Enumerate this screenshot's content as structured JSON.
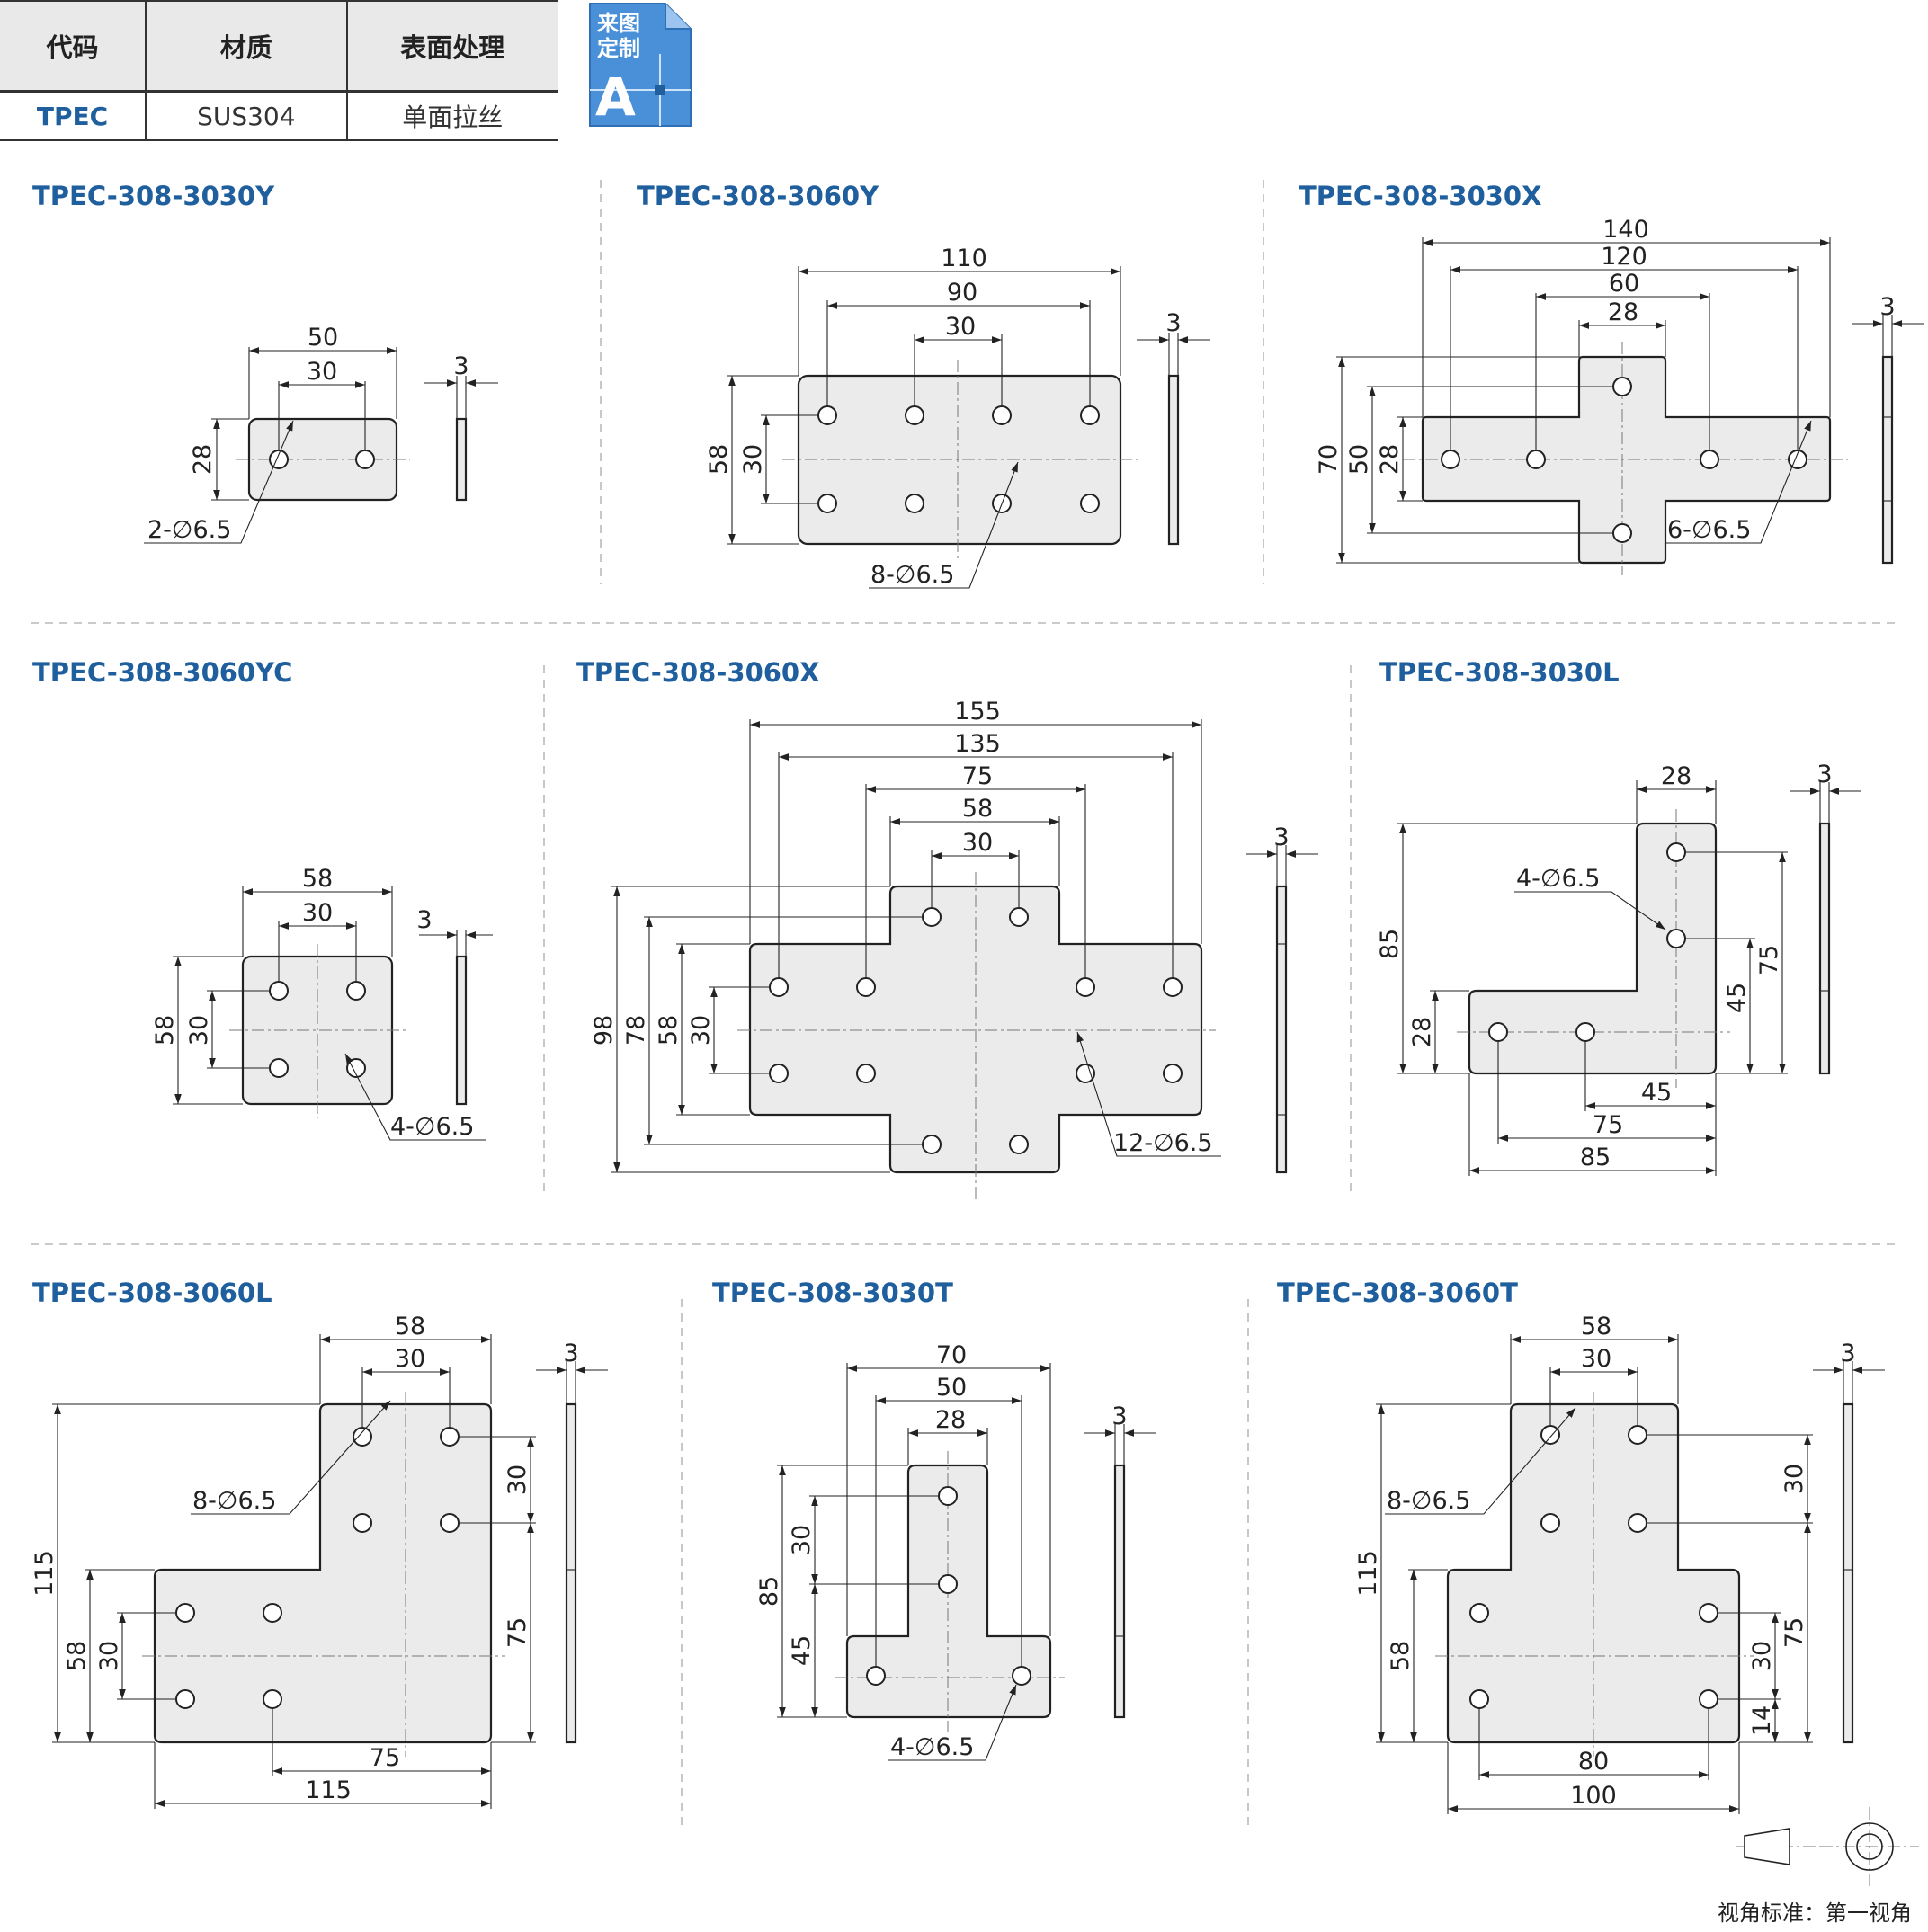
{
  "spec_table": {
    "headers": [
      "代码",
      "材质",
      "表面处理"
    ],
    "row": [
      "TPEC",
      "SUS304",
      "单面拉丝"
    ]
  },
  "badge": {
    "line1": "来图",
    "line2": "定制",
    "letter": "A",
    "color": "#4a90d9"
  },
  "colors": {
    "title": "#1f5f9e",
    "plate_fill": "#ebebeb",
    "line": "#222222"
  },
  "thickness": "3",
  "parts": {
    "p1": {
      "model": "TPEC-308-3030Y",
      "dims": [
        "50",
        "30",
        "28"
      ],
      "holes": "2-∅6.5"
    },
    "p2": {
      "model": "TPEC-308-3060Y",
      "dims": [
        "110",
        "90",
        "30",
        "58",
        "30"
      ],
      "holes": "8-∅6.5"
    },
    "p3": {
      "model": "TPEC-308-3030X",
      "dims": [
        "140",
        "120",
        "60",
        "28",
        "70",
        "50",
        "28"
      ],
      "holes": "6-∅6.5"
    },
    "p4": {
      "model": "TPEC-308-3060YC",
      "dims": [
        "58",
        "30",
        "58",
        "30"
      ],
      "holes": "4-∅6.5"
    },
    "p5": {
      "model": "TPEC-308-3060X",
      "dims": [
        "155",
        "135",
        "75",
        "58",
        "30",
        "98",
        "78",
        "58",
        "30"
      ],
      "holes": "12-∅6.5"
    },
    "p6": {
      "model": "TPEC-308-3030L",
      "dims": [
        "28",
        "85",
        "28",
        "75",
        "45",
        "45",
        "75",
        "85"
      ],
      "holes": "4-∅6.5"
    },
    "p7": {
      "model": "TPEC-308-3060L",
      "dims": [
        "58",
        "30",
        "115",
        "58",
        "30",
        "30",
        "75",
        "75",
        "115"
      ],
      "holes": "8-∅6.5"
    },
    "p8": {
      "model": "TPEC-308-3030T",
      "dims": [
        "70",
        "50",
        "28",
        "85",
        "30",
        "45"
      ],
      "holes": "4-∅6.5"
    },
    "p9": {
      "model": "TPEC-308-3060T",
      "dims": [
        "58",
        "30",
        "115",
        "58",
        "30",
        "75",
        "30",
        "14",
        "80",
        "100"
      ],
      "holes": "8-∅6.5"
    }
  },
  "projection_caption": "视角标准：第一视角"
}
